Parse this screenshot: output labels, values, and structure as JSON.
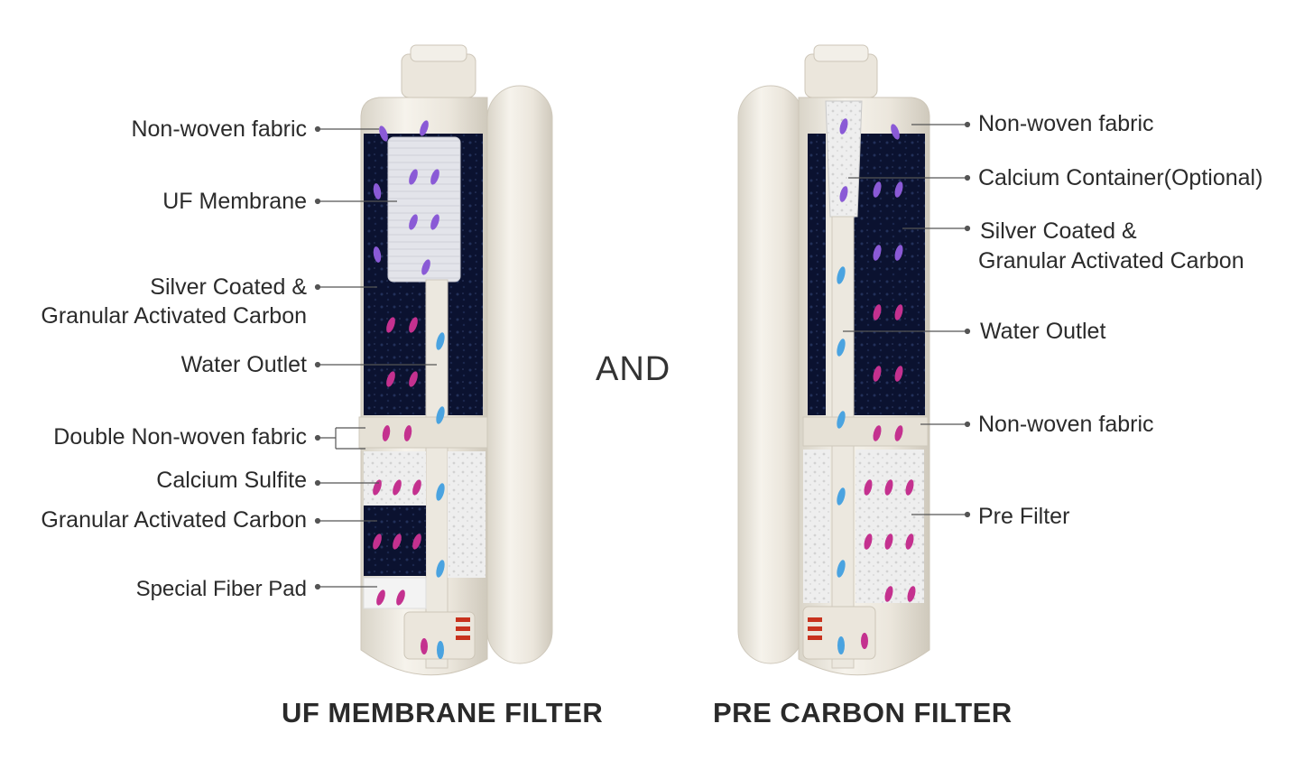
{
  "connector_word": "AND",
  "filters": [
    {
      "caption": "UF MEMBRANE FILTER",
      "labels": [
        "Non-woven fabric",
        "UF Membrane",
        "Silver Coated &",
        "Granular Activated Carbon",
        "Water Outlet",
        "Double Non-woven fabric",
        "Calcium Sulfite",
        "Granular Activated Carbon",
        "Special Fiber Pad"
      ]
    },
    {
      "caption": "PRE CARBON FILTER",
      "labels": [
        "Non-woven fabric",
        "Calcium Container(Optional)",
        "Silver Coated &",
        "Granular Activated Carbon",
        "Water Outlet",
        "Non-woven fabric",
        "Pre Filter"
      ]
    }
  ],
  "colors": {
    "housing": "#ece8df",
    "carbon": "#0b1230",
    "arrow_purple": "#8a5ad6",
    "arrow_magenta": "#c4318f",
    "arrow_blue": "#4aa3e0",
    "ring_red": "#c8321e"
  }
}
